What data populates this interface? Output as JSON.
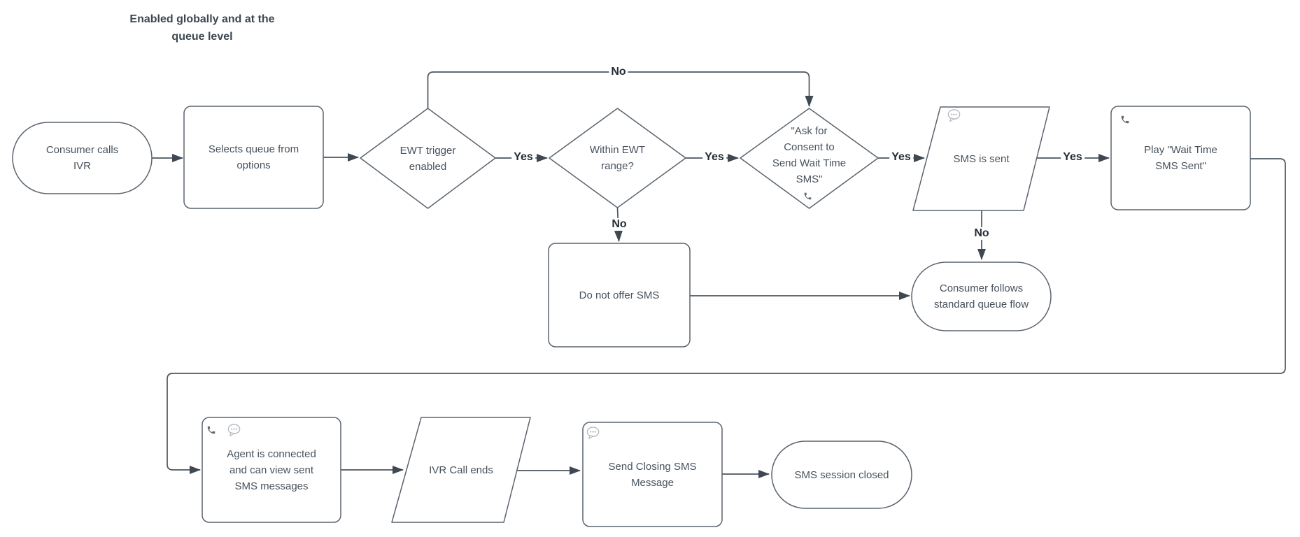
{
  "title": "Enabled globally and at the\nqueue level",
  "nodes": {
    "consumer_calls_ivr": {
      "type": "terminator",
      "label": "Consumer calls\nIVR"
    },
    "selects_queue": {
      "type": "process",
      "label": "Selects queue from\noptions"
    },
    "ewt_trigger": {
      "type": "decision",
      "label": "EWT trigger\nenabled"
    },
    "within_ewt": {
      "type": "decision",
      "label": "Within EWT\nrange?"
    },
    "ask_consent": {
      "type": "decision",
      "label": "\"Ask for\nConsent to\nSend Wait Time\nSMS\"",
      "icon": "phone-icon"
    },
    "sms_sent": {
      "type": "data",
      "label": "SMS is sent",
      "icon": "chat-bubble-icon"
    },
    "play_wait_time": {
      "type": "process",
      "label": "Play \"Wait Time\nSMS Sent\"",
      "icon": "phone-icon"
    },
    "do_not_offer": {
      "type": "process",
      "label": "Do not offer SMS"
    },
    "standard_queue_flow": {
      "type": "terminator",
      "label": "Consumer follows\nstandard queue flow"
    },
    "agent_connected": {
      "type": "process",
      "label": "Agent is connected\nand can view sent\nSMS messages",
      "icons": [
        "phone-icon",
        "chat-bubble-icon"
      ]
    },
    "ivr_call_ends": {
      "type": "data",
      "label": "IVR Call ends"
    },
    "send_closing_sms": {
      "type": "process",
      "label": "Send Closing SMS\nMessage",
      "icon": "chat-bubble-icon"
    },
    "sms_session_closed": {
      "type": "terminator",
      "label": "SMS session closed"
    }
  },
  "edge_labels": {
    "ewt_yes": "Yes",
    "within_yes": "Yes",
    "consent_yes": "Yes",
    "sms_yes": "Yes",
    "ewt_no": "No",
    "within_no": "No",
    "sms_no": "No"
  },
  "colors": {
    "background": "#ffffff",
    "shape_stroke": "#5b646e",
    "connector": "#4c555f",
    "arrowhead": "#3e4852",
    "node_text": "#47525d",
    "edge_label_text": "#262d34",
    "title_text": "#3d4752",
    "chat_icon_stroke": "#b5babf",
    "phone_icon_fill": "#5f6972"
  }
}
